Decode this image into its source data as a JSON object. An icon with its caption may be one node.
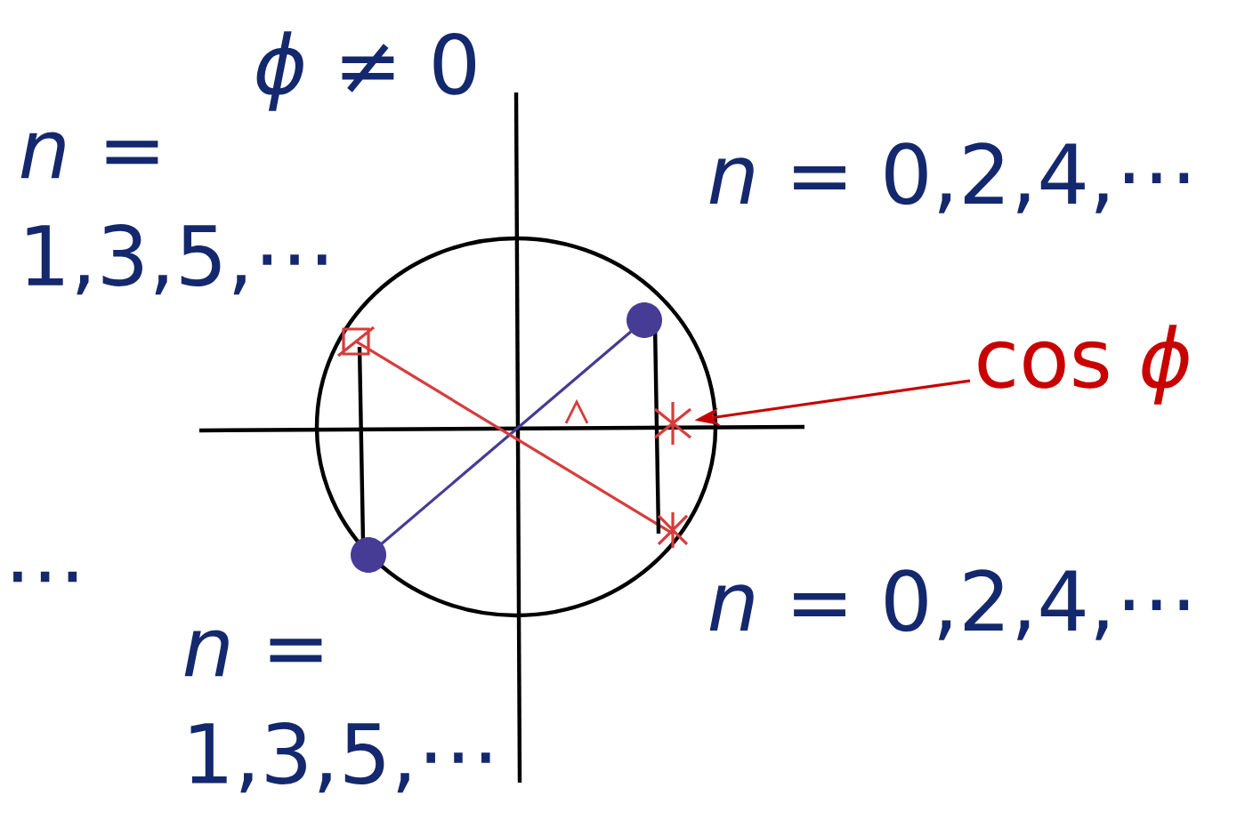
{
  "diagram": {
    "nodes": [
      {
        "text": [
          "cos *ϕ*"
        ]
      },
      {
        "text": [],
        "shape": "star"
      }
    ],
    "edges": [
      {
        "from": 0,
        "to": 1,
        "arrow": "to"
      }
    ],
    "labels": [
      "*ϕ* ≠ 0",
      "*n* = 1,3,5,⋯",
      "*n* = 0,2,4,⋯",
      "⋯",
      "*n* = 1,3,5,⋯",
      "*n* = 0,2,4,⋯"
    ]
  }
}
